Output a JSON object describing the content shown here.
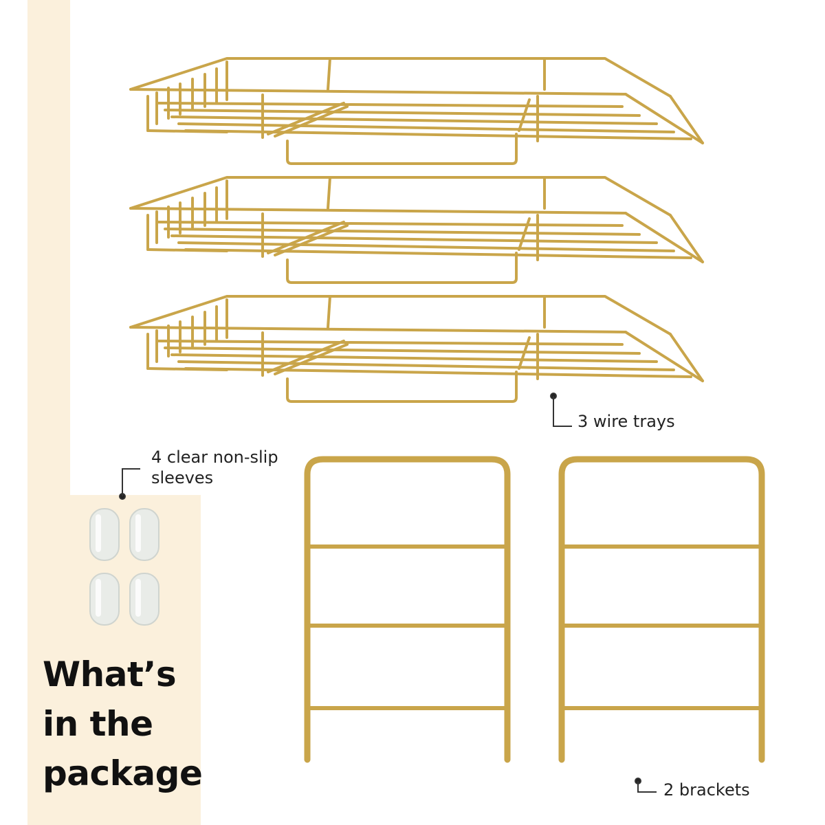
{
  "heading": "What’s\nin the\npackage",
  "labels": {
    "trays": "3 wire trays",
    "sleeves": "4 clear non-slip\nsleeves",
    "brackets": "2 brackets"
  },
  "colors": {
    "gold": "#c9a54a",
    "beige": "#fbf0dc",
    "sleeve": "#e9ece8"
  },
  "items": [
    {
      "name": "wire tray",
      "count": 3
    },
    {
      "name": "bracket",
      "count": 2
    },
    {
      "name": "clear non-slip sleeve",
      "count": 4
    }
  ]
}
